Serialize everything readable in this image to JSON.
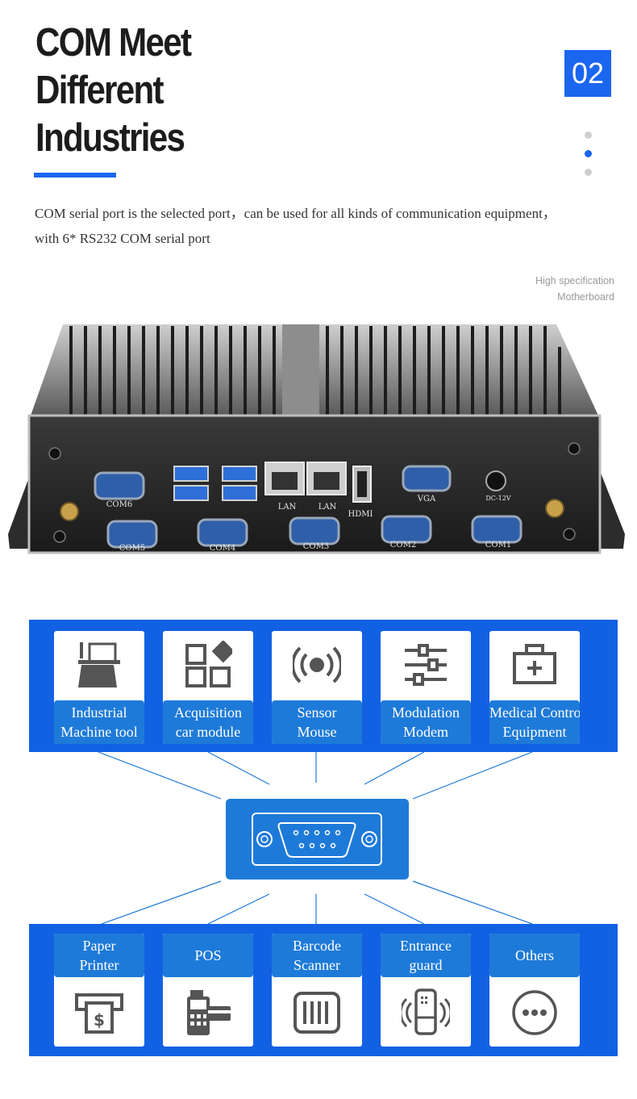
{
  "header": {
    "title_lines": [
      "COM Meet",
      "Different",
      "Industries"
    ],
    "page_number": "02",
    "description_lines": [
      "COM serial port is the selected port，can be used for all kinds of communication equipment，",
      "with 6* RS232 COM serial port"
    ],
    "spec_lines": [
      "High specification",
      "Motherboard"
    ]
  },
  "device": {
    "port_labels": {
      "com6": "COM6",
      "com5": "COM5",
      "com4": "COM4",
      "com3": "COM3",
      "com2": "COM2",
      "com1": "COM1",
      "lan1": "LAN",
      "lan2": "LAN",
      "hdmi": "HDMI",
      "vga": "VGA",
      "dc": "DC-12V"
    }
  },
  "top_cards": [
    {
      "line1": "Industrial",
      "line2": "Machine tool",
      "icon": "machine-tool-icon"
    },
    {
      "line1": "Acquisition",
      "line2": "car module",
      "icon": "module-icon"
    },
    {
      "line1": "Sensor",
      "line2": "Mouse",
      "icon": "sensor-icon"
    },
    {
      "line1": "Modulation",
      "line2": "Modem",
      "icon": "sliders-icon"
    },
    {
      "line1": "Medical Control",
      "line2": "Equipment",
      "icon": "medical-kit-icon"
    }
  ],
  "bottom_cards": [
    {
      "line1": "Paper",
      "line2": "Printer",
      "icon": "printer-icon"
    },
    {
      "line1": "POS",
      "line2": "",
      "icon": "pos-terminal-icon"
    },
    {
      "line1": "Barcode",
      "line2": "Scanner",
      "icon": "barcode-icon"
    },
    {
      "line1": "Entrance",
      "line2": "guard",
      "icon": "access-card-icon"
    },
    {
      "line1": "Others",
      "line2": "",
      "icon": "more-icon"
    }
  ],
  "colors": {
    "accent": "#1a66ee",
    "panel": "#1361e3",
    "label": "#1e7ad8"
  }
}
